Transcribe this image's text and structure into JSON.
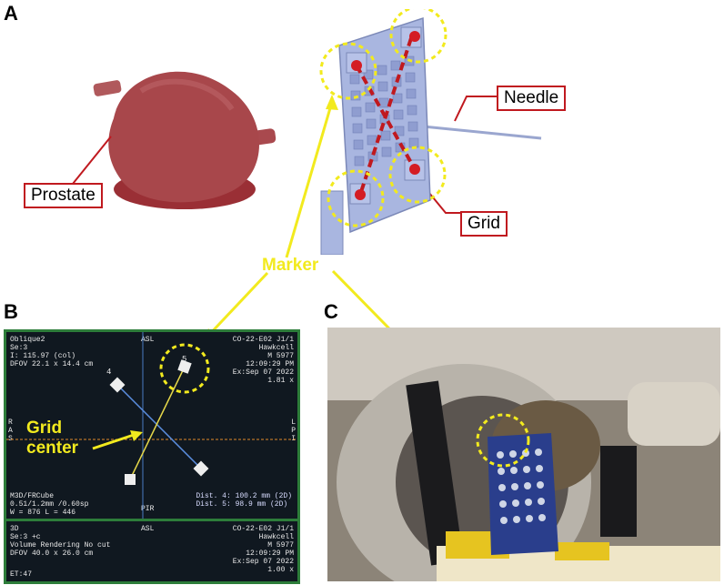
{
  "panels": {
    "a": "A",
    "b": "B",
    "c": "C"
  },
  "labels": {
    "prostate": "Prostate",
    "needle": "Needle",
    "grid": "Grid",
    "marker": "Marker"
  },
  "mri_top": {
    "left_info": "Oblique2\nSe:3\nI: 115.97 (col)\nDFOV 22.1 x 14.4 cm",
    "right_info": "CO-22-E02 J1/1\nHawkcell\nM 5977\n12:09:29 PM\nEx:Sep 07 2022\n1.81 x",
    "top_orient": "ASL",
    "bottom_orient": "PIR",
    "left_orient": "R\nA\nS",
    "right_orient": "L\nP\nI",
    "seq_info": "M3D/FRCube\n0.51/1.2mm /0.60sp\nW = 876 L = 446",
    "dist_info": "Dist. 4: 100.2 mm (2D)\nDist. 5: 98.9 mm (2D)",
    "num4": "4",
    "num5": "5",
    "grid_center": "Grid\ncenter"
  },
  "mri_bottom": {
    "left_info": "3D\nSe:3 +c\nVolume Rendering No cut\nDFOV 40.0 x 26.0 cm",
    "orient": "ASL",
    "right_info": "CO-22-E02 J1/1\nHawkcell\nM 5977\n12:09:29 PM\nEx:Sep 07 2022\n1.00 x",
    "et": "ET:47"
  },
  "colors": {
    "red": "#c0191f",
    "yellow": "#f2ea1e",
    "grid_blue": "#a9b6e0",
    "prostate": "#a8474b"
  }
}
